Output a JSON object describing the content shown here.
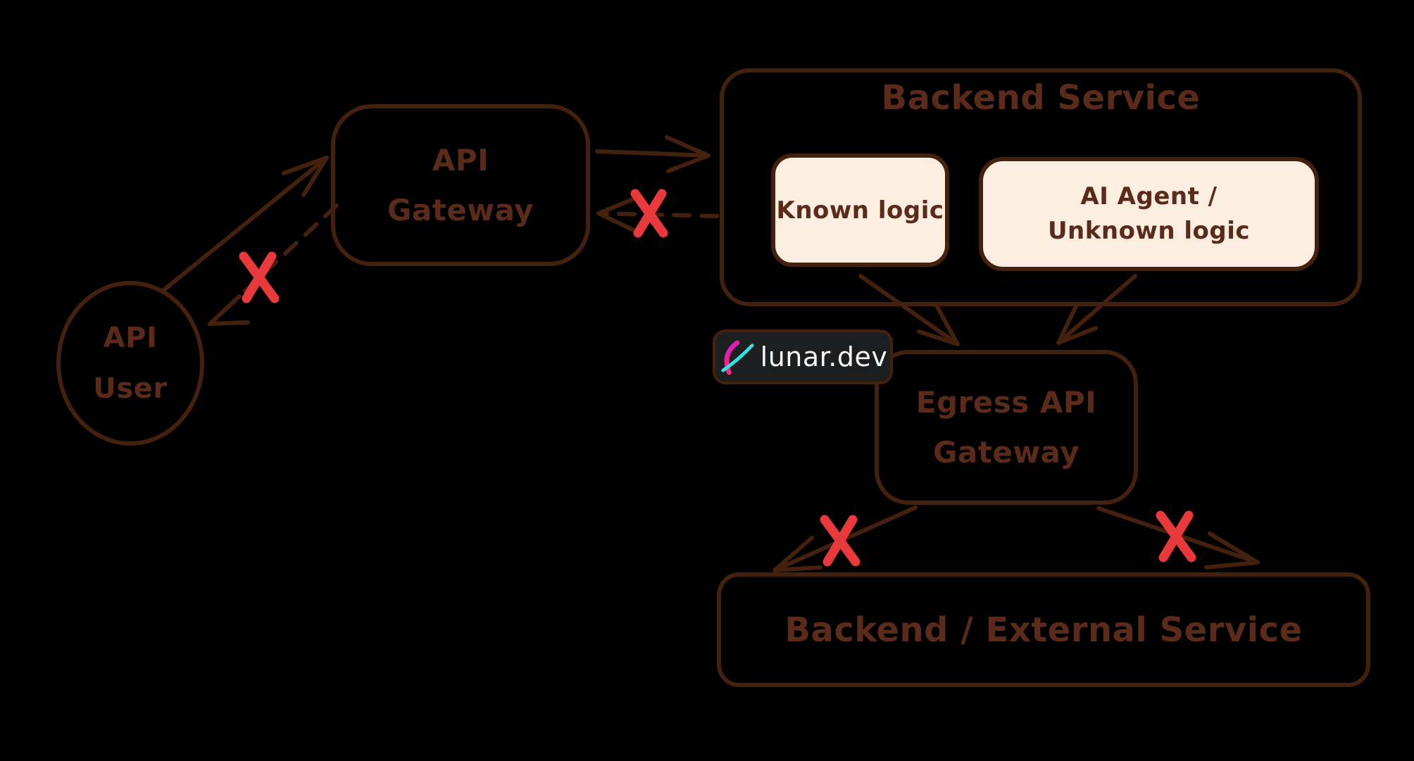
{
  "diagram": {
    "background_color": "#000000",
    "stroke_color": "#44200f",
    "text_color": "#5a2a1a",
    "node_fill_color": "#fbeee1",
    "blocked_x_color": "#e8393d",
    "nodes": {
      "api_user": {
        "line1": "API",
        "line2": "User"
      },
      "api_gateway": {
        "line1": "API",
        "line2": "Gateway"
      },
      "backend_service": {
        "title": "Backend Service"
      },
      "known_logic": {
        "label": "Known logic"
      },
      "ai_agent": {
        "line1": "AI Agent /",
        "line2": "Unknown logic"
      },
      "egress_gateway": {
        "line1": "Egress API",
        "line2": "Gateway"
      },
      "backend_external": {
        "label": "Backend / External Service"
      }
    },
    "badge": {
      "label": "lunar.dev",
      "background_color": "#1d1e1f",
      "text_color": "#f7f7f7",
      "logo_pink": "#ff2d80",
      "logo_purple": "#a429e8",
      "logo_cyan": "#35dfe2"
    },
    "edges": [
      {
        "from": "api_user",
        "to": "api_gateway",
        "style": "solid",
        "blocked": false
      },
      {
        "from": "api_gateway",
        "to": "api_user",
        "style": "dashed",
        "blocked": true
      },
      {
        "from": "api_gateway",
        "to": "backend_service",
        "style": "solid",
        "blocked": false
      },
      {
        "from": "backend_service",
        "to": "api_gateway",
        "style": "dashed",
        "blocked": true
      },
      {
        "from": "known_logic",
        "to": "egress_gateway",
        "style": "solid",
        "blocked": false
      },
      {
        "from": "ai_agent",
        "to": "egress_gateway",
        "style": "solid",
        "blocked": false
      },
      {
        "from": "egress_gateway",
        "to": "backend_external",
        "style": "solid",
        "blocked": true
      },
      {
        "from": "egress_gateway",
        "to": "backend_external",
        "style": "solid",
        "blocked": true
      }
    ]
  }
}
